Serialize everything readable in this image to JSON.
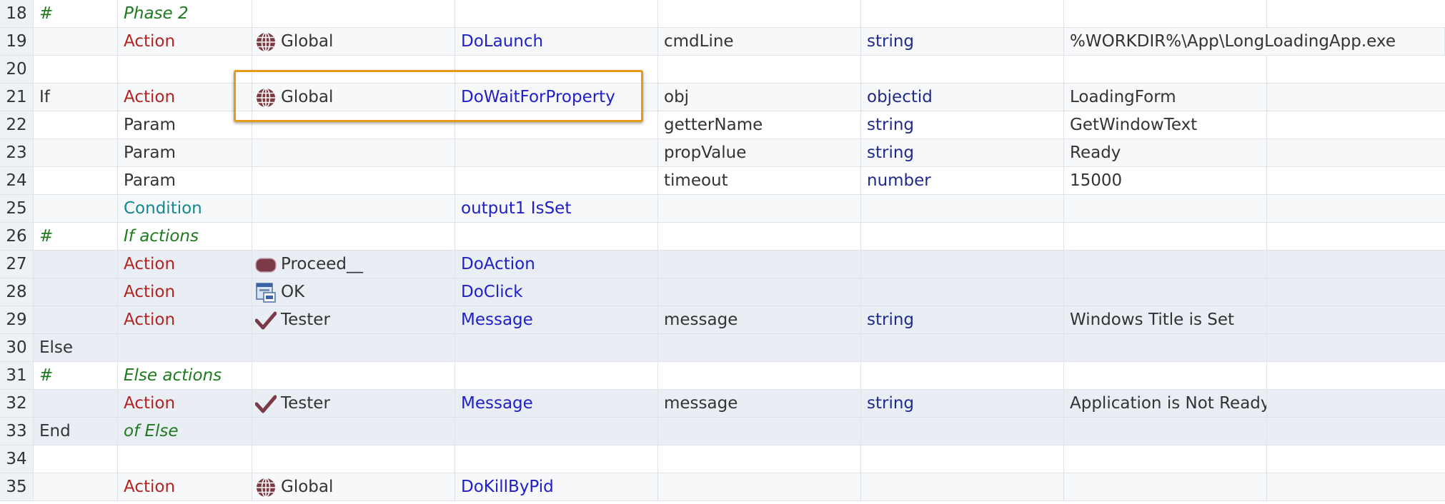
{
  "colors": {
    "accent_highlight": "#e69a1c",
    "action": "#b3241f",
    "method": "#2020c8",
    "type": "#1f2a8a",
    "condition": "#16878f",
    "comment": "#1f7a1f"
  },
  "rows": [
    {
      "n": "18",
      "c0": "#",
      "c1": "Phase 2"
    },
    {
      "n": "19",
      "c1": "Action",
      "icon": "globe-icon",
      "obj": "Global",
      "method": "DoLaunch",
      "pname": "cmdLine",
      "ptype": "string",
      "pval": "%WORKDIR%\\App\\LongLoadingApp.exe"
    },
    {
      "n": "20"
    },
    {
      "n": "21",
      "c0": "If",
      "c1": "Action",
      "icon": "globe-icon",
      "obj": "Global",
      "method": "DoWaitForProperty",
      "pname": "obj",
      "ptype": "objectid",
      "pval": "LoadingForm"
    },
    {
      "n": "22",
      "c1": "Param",
      "pname": "getterName",
      "ptype": "string",
      "pval": "GetWindowText"
    },
    {
      "n": "23",
      "c1": "Param",
      "pname": "propValue",
      "ptype": "string",
      "pval": "Ready"
    },
    {
      "n": "24",
      "c1": "Param",
      "pname": "timeout",
      "ptype": "number",
      "pval": "15000"
    },
    {
      "n": "25",
      "c1": "Condition",
      "method": "output1 IsSet"
    },
    {
      "n": "26",
      "c0": "#",
      "c1": "If actions"
    },
    {
      "n": "27",
      "c1": "Action",
      "icon": "rounded-button-icon",
      "obj": "Proceed__",
      "method": "DoAction"
    },
    {
      "n": "28",
      "c1": "Action",
      "icon": "dialog-ok-icon",
      "obj": "OK",
      "method": "DoClick"
    },
    {
      "n": "29",
      "c1": "Action",
      "icon": "checkmark-icon",
      "obj": "Tester",
      "method": "Message",
      "pname": "message",
      "ptype": "string",
      "pval": "Windows Title is Set"
    },
    {
      "n": "30",
      "c0": "Else"
    },
    {
      "n": "31",
      "c0": "#",
      "c1": "Else actions"
    },
    {
      "n": "32",
      "c1": "Action",
      "icon": "checkmark-icon",
      "obj": "Tester",
      "method": "Message",
      "pname": "message",
      "ptype": "string",
      "pval": "Application is Not Ready"
    },
    {
      "n": "33",
      "c0": "End",
      "c1": "of Else"
    },
    {
      "n": "34"
    },
    {
      "n": "35",
      "c1": "Action",
      "icon": "globe-icon",
      "obj": "Global",
      "method": "DoKillByPid"
    }
  ]
}
